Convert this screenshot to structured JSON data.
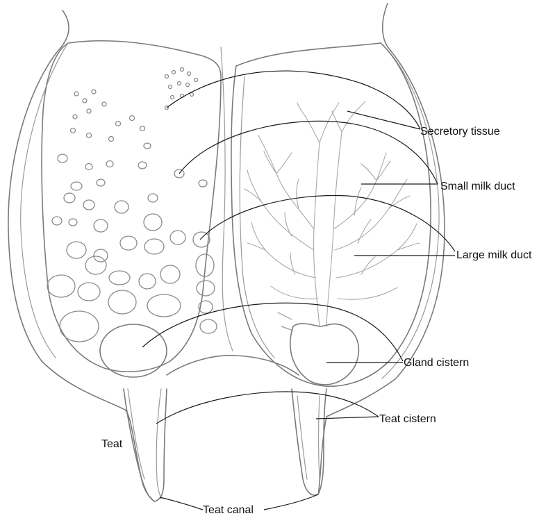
{
  "labels": {
    "secretory_tissue": "Secretory tissue",
    "small_milk_duct": "Small milk duct",
    "large_milk_duct": "Large milk duct",
    "gland_cistern": "Gland cistern",
    "teat_cistern": "Teat cistern",
    "teat": "Teat",
    "teat_canal": "Teat canal"
  },
  "colors": {
    "outline": "#7a7a7a",
    "duct": "#a8a8a8",
    "leader": "#1a1a1a",
    "text": "#111111",
    "background": "#ffffff"
  }
}
